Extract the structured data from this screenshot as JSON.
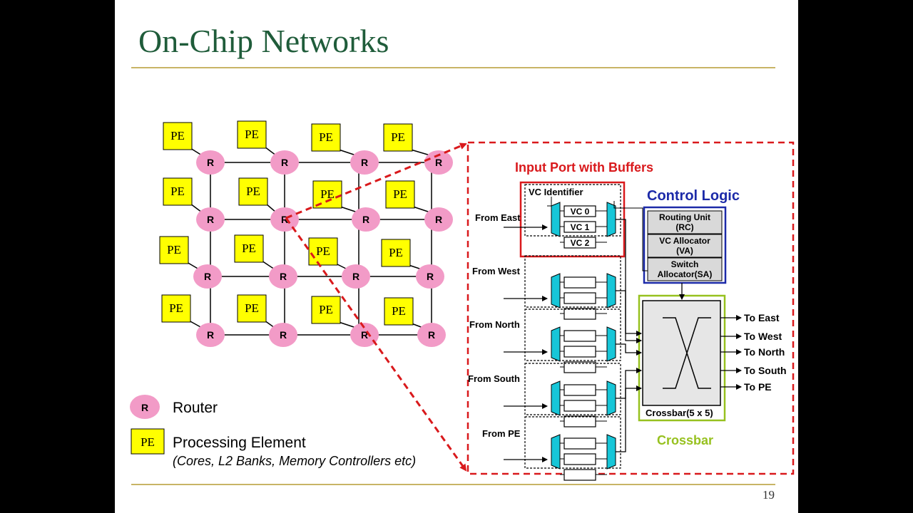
{
  "slide": {
    "title": "On-Chip Networks",
    "page_number": "19",
    "colors": {
      "title_green": "#1f5c3a",
      "rule_gold": "#b59b33",
      "router_pink": "#f29bc7",
      "pe_yellow": "#ffff00",
      "dashed_red": "#d9191c",
      "control_blue": "#1c2aa8",
      "crossbar_green": "#97c11f",
      "mux_cyan": "#17c6d8"
    }
  },
  "mesh": {
    "router_label": "R",
    "pe_label": "PE"
  },
  "legend": {
    "router_symbol": "R",
    "router_text": "Router",
    "pe_symbol": "PE",
    "pe_text": "Processing Element",
    "pe_subtext": "(Cores, L2 Banks, Memory Controllers etc)"
  },
  "router_detail": {
    "input_port_title": "Input Port with Buffers",
    "vc_identifier": "VC Identifier",
    "vc_labels": [
      "VC 0",
      "VC 1",
      "VC 2"
    ],
    "inputs": [
      "From East",
      "From West",
      "From North",
      "From South",
      "From PE"
    ],
    "control_logic_title": "Control Logic",
    "control_units": [
      {
        "line1": "Routing Unit",
        "line2": "(RC)"
      },
      {
        "line1": "VC Allocator",
        "line2": "(VA)"
      },
      {
        "line1": "Switch",
        "line2": "Allocator(SA)"
      }
    ],
    "crossbar_title": "Crossbar",
    "crossbar_label": "Crossbar(5 x 5)",
    "outputs": [
      "To East",
      "To West",
      "To North",
      "To South",
      "To PE"
    ]
  }
}
